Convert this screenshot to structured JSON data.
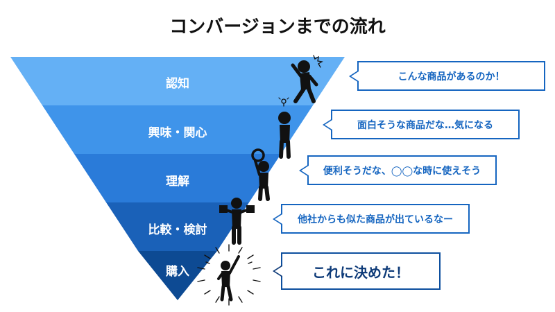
{
  "title": "コンバージョンまでの流れ",
  "stages": [
    {
      "label": "認知",
      "color": "#64b0f5",
      "speech": "こんな商品があるのか！"
    },
    {
      "label": "興味・関心",
      "color": "#3f94ea",
      "speech": "面白そうな商品だな…気になる"
    },
    {
      "label": "理解",
      "color": "#2a7bd9",
      "speech": "便利そうだな、◯◯な時に使えそう"
    },
    {
      "label": "比較・検討",
      "color": "#1a61b8",
      "speech": "他社からも似た商品が出ているなー"
    },
    {
      "label": "購入",
      "color": "#0d4a93",
      "speech": "これに決めた！"
    }
  ],
  "icons": {
    "person1": "pointing-person-icon",
    "person2": "thinking-person-icon",
    "person3": "magnifier-person-icon",
    "person4": "comparing-person-icon",
    "person5": "celebrating-person-icon"
  }
}
